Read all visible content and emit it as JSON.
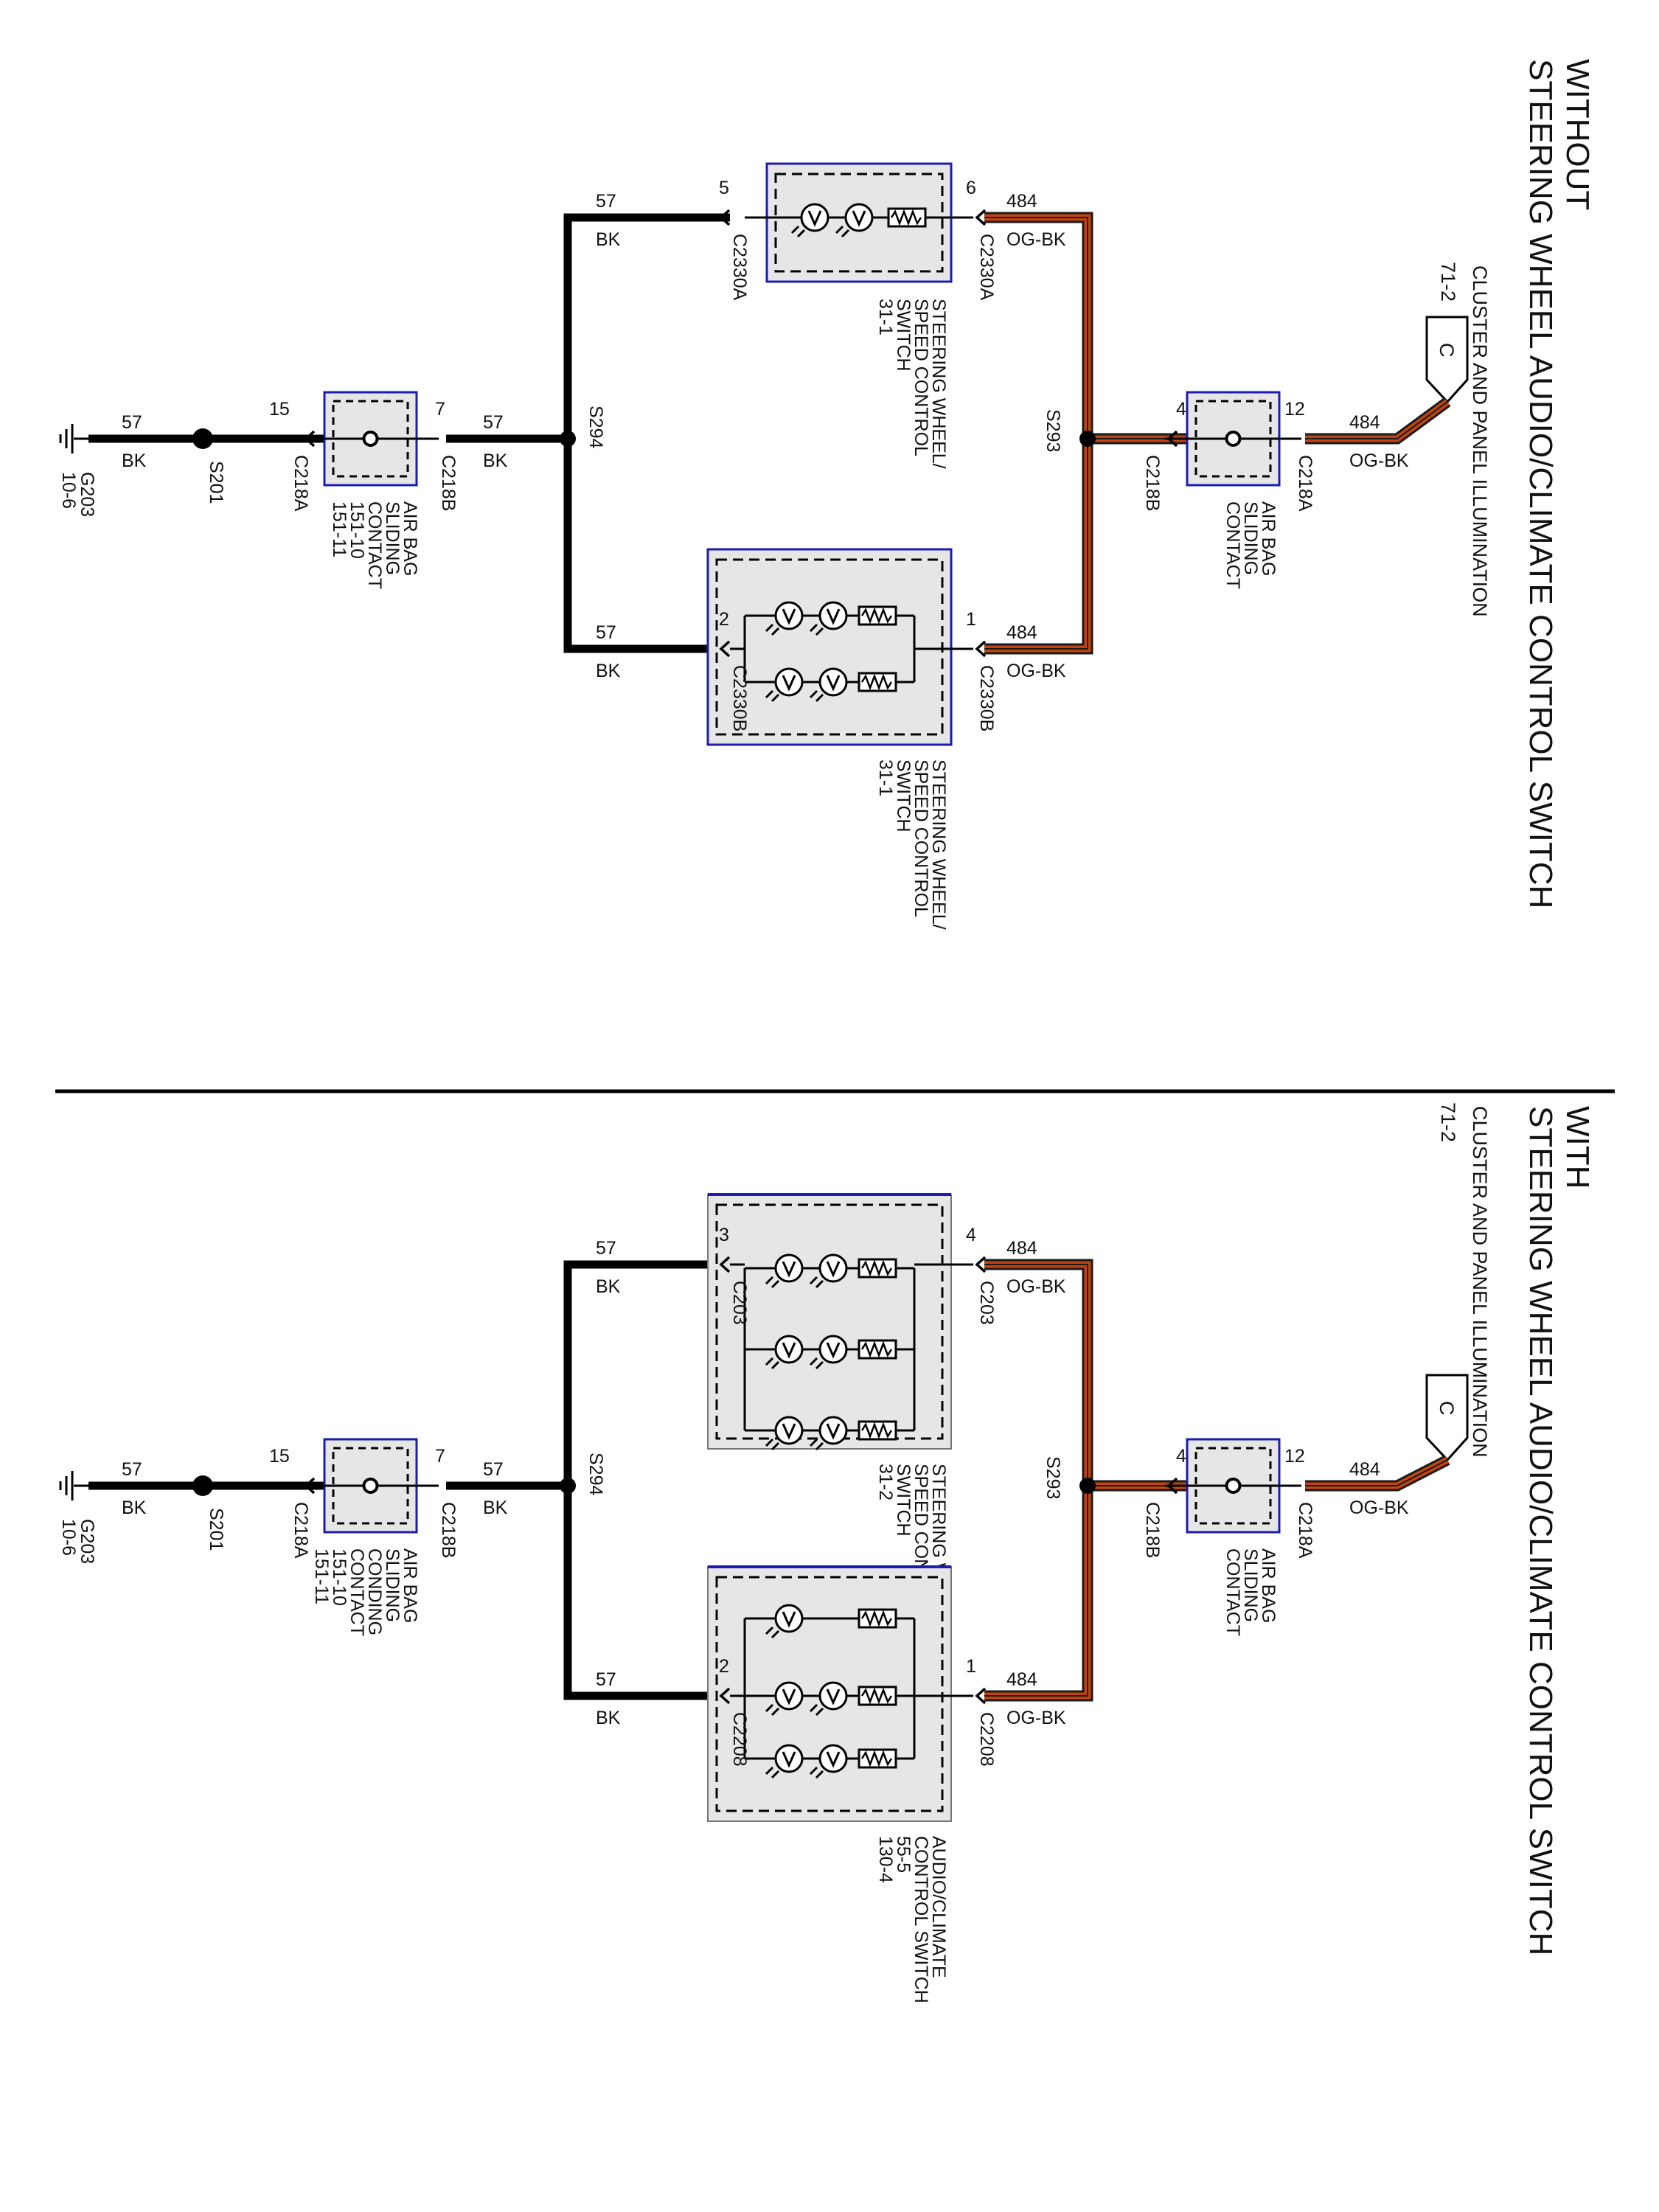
{
  "colors": {
    "ground_wire": "#000000",
    "power_wire_core": "#c1440e",
    "power_wire_stripe": "#1a1a1a",
    "module_fill": "#e6e6e6",
    "module_border": "#1c1cb0",
    "divider": "#000000"
  },
  "icons": [
    "ground-symbol-icon",
    "lamp-icon",
    "resistor-icon",
    "connector-arrow-icon",
    "splice-dot-icon"
  ],
  "without": {
    "title_line1": "WITHOUT",
    "title_line2": "STEERING WHEEL AUDIO/CLIMATE CONTROL SWITCH",
    "source": {
      "name": "CLUSTER AND PANEL ILLUMINATION",
      "ref": "71-2",
      "connector_letter": "C"
    },
    "ground": {
      "name": "G203",
      "ref": "10-6"
    },
    "splices": {
      "ground_trunk": "S201",
      "ground_bus": "S294",
      "power_bus": "S293"
    },
    "airbag_ground": {
      "label_lines": [
        "AIR BAG",
        "SLIDING",
        "CONTACT",
        "151-10",
        "151-11"
      ],
      "conn_in": "C218A",
      "pin_in": "15",
      "conn_out": "C218B",
      "pin_out": "7"
    },
    "airbag_power": {
      "label_lines": [
        "AIR BAG",
        "SLIDING",
        "CONTACT"
      ],
      "conn_in": "C218A",
      "pin_in": "12",
      "conn_out": "C218B",
      "pin_out": "4"
    },
    "switch_a": {
      "label_lines": [
        "STEERING WHEEL/",
        "SPEED CONTROL",
        "SWITCH",
        "31-1"
      ],
      "conn": "C2330A",
      "pin_power": "6",
      "pin_ground": "5"
    },
    "switch_b": {
      "label_lines": [
        "STEERING WHEEL/",
        "SPEED CONTROL",
        "SWITCH",
        "31-1"
      ],
      "conn": "C2330B",
      "pin_power": "1",
      "pin_ground": "2"
    },
    "wires": {
      "ground_circuit": "57",
      "ground_color": "BK",
      "power_circuit": "484",
      "power_color": "OG-BK"
    }
  },
  "with": {
    "title_line1": "WITH",
    "title_line2": "STEERING WHEEL AUDIO/CLIMATE CONTROL SWITCH",
    "source": {
      "name": "CLUSTER AND PANEL ILLUMINATION",
      "ref": "71-2",
      "connector_letter": "C"
    },
    "ground": {
      "name": "G203",
      "ref": "10-6"
    },
    "splices": {
      "ground_trunk": "S201",
      "ground_bus": "S294",
      "power_bus": "S293"
    },
    "airbag_ground": {
      "label_lines": [
        "AIR BAG",
        "SLIDING",
        "CONDING",
        "CONTACT",
        "151-10",
        "151-11"
      ],
      "conn_in": "C218A",
      "pin_in": "15",
      "conn_out": "C218B",
      "pin_out": "7"
    },
    "airbag_power": {
      "label_lines": [
        "AIR BAG",
        "SLIDING",
        "CONTACT"
      ],
      "conn_in": "C218A",
      "pin_in": "12",
      "conn_out": "C218B",
      "pin_out": "4"
    },
    "switch_a": {
      "label_lines": [
        "STEERING WHEEL/",
        "SPEED CONTROL",
        "SWITCH",
        "31-2"
      ],
      "conn": "C203",
      "pin_power": "4",
      "pin_ground": "3"
    },
    "switch_b": {
      "label_lines": [
        "AUDIO/CLIMATE",
        "CONTROL SWITCH",
        "55-5",
        "130-4"
      ],
      "conn": "C2208",
      "pin_power": "1",
      "pin_ground": "2"
    },
    "wires": {
      "ground_circuit": "57",
      "ground_color": "BK",
      "power_circuit": "484",
      "power_color": "OG-BK"
    }
  }
}
